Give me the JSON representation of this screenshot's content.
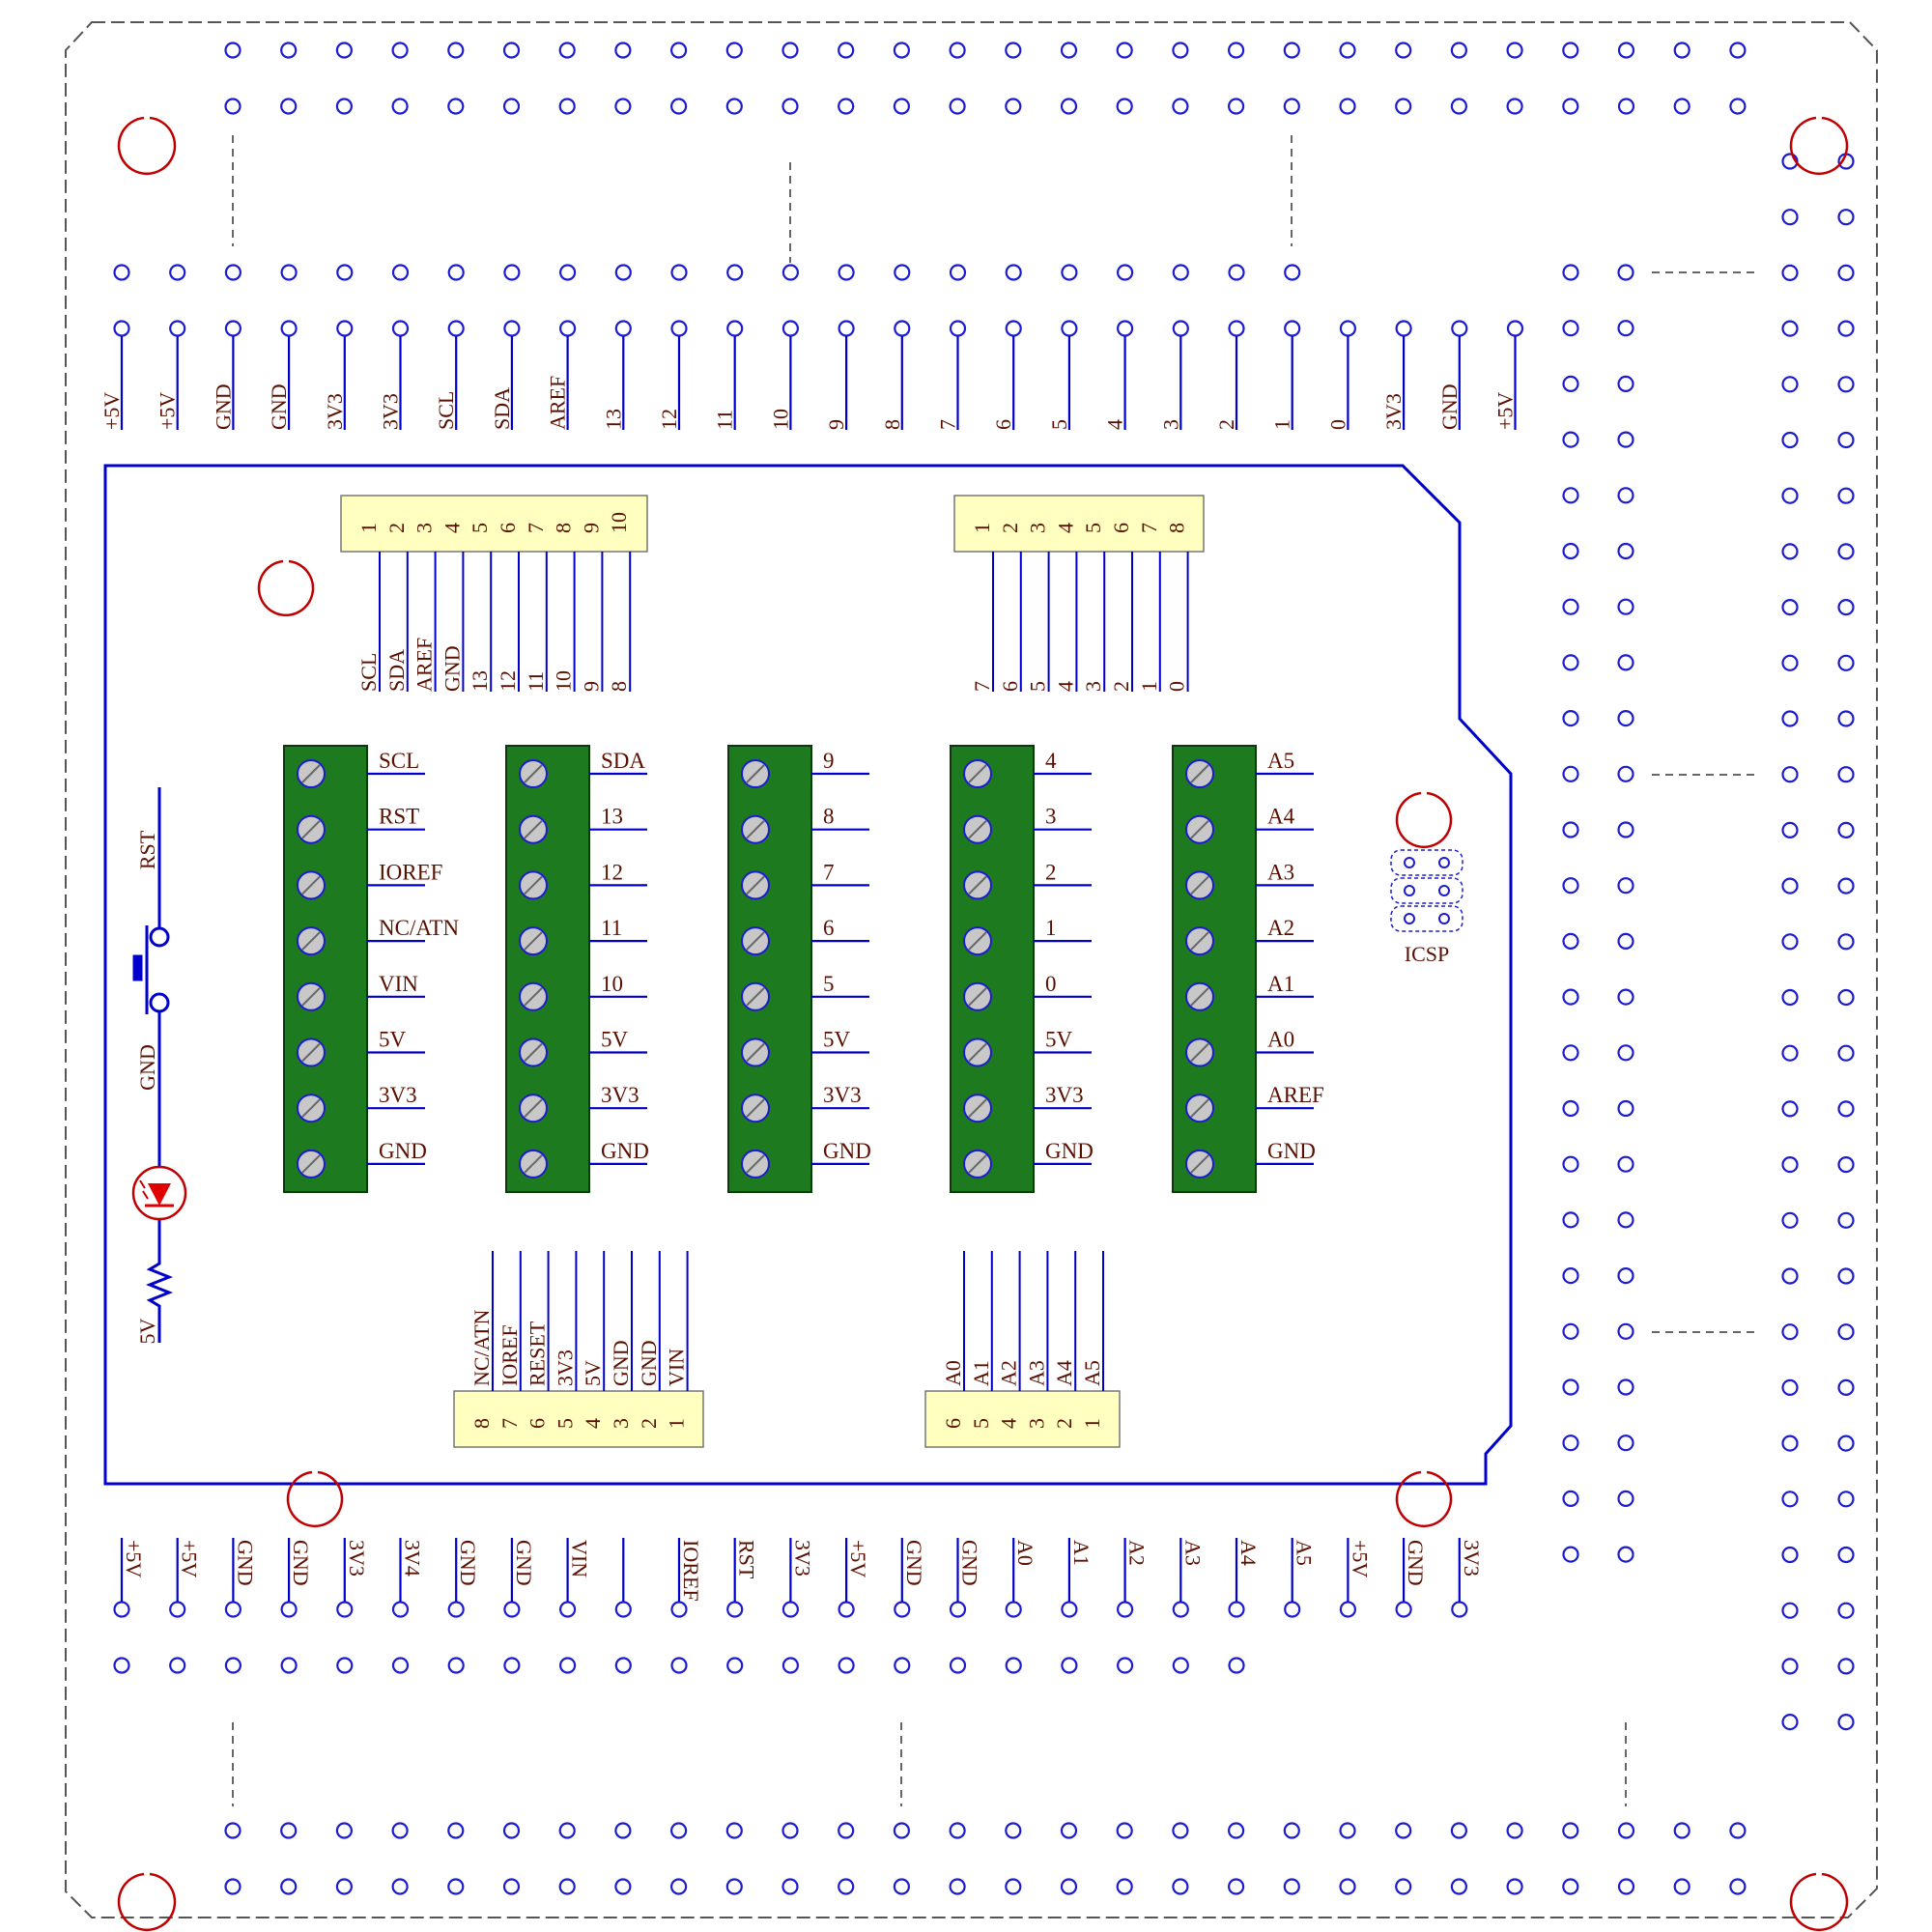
{
  "colors": {
    "hole": "#1b1bd0",
    "label": "#5a1000",
    "mount": "#c00000",
    "outline": "#0000cc",
    "terminal": "#1e7a1e",
    "header": "#ffffc0"
  },
  "top_pin_labels": [
    "+5V",
    "+5V",
    "GND",
    "GND",
    "3V3",
    "3V3",
    "SCL",
    "SDA",
    "AREF",
    "13",
    "12",
    "11",
    "10",
    "9",
    "8",
    "7",
    "6",
    "5",
    "4",
    "3",
    "2",
    "1",
    "0",
    "3V3",
    "GND",
    "+5V"
  ],
  "bottom_pin_labels": [
    "+5V",
    "+5V",
    "GND",
    "GND",
    "3V3",
    "3V4",
    "GND",
    "GND",
    "VIN",
    "",
    "IOREF",
    "RST",
    "3V3",
    "+5V",
    "GND",
    "GND",
    "A0",
    "A1",
    "A2",
    "A3",
    "A4",
    "A5",
    "+5V",
    "GND",
    "3V3"
  ],
  "header_top_left": {
    "numbers": [
      "1",
      "2",
      "3",
      "4",
      "5",
      "6",
      "7",
      "8",
      "9",
      "10"
    ],
    "labels": [
      "SCL",
      "SDA",
      "AREF",
      "GND",
      "13",
      "12",
      "11",
      "10",
      "9",
      "8"
    ]
  },
  "header_top_right": {
    "numbers": [
      "1",
      "2",
      "3",
      "4",
      "5",
      "6",
      "7",
      "8"
    ],
    "labels": [
      "7",
      "6",
      "5",
      "4",
      "3",
      "2",
      "1",
      "0"
    ]
  },
  "header_bottom_left": {
    "numbers": [
      "8",
      "7",
      "6",
      "5",
      "4",
      "3",
      "2",
      "1"
    ],
    "labels": [
      "NC/ATN",
      "IOREF",
      "RESET",
      "3V3",
      "5V",
      "GND",
      "GND",
      "VIN"
    ]
  },
  "header_bottom_right": {
    "numbers": [
      "6",
      "5",
      "4",
      "3",
      "2",
      "1"
    ],
    "labels": [
      "A0",
      "A1",
      "A2",
      "A3",
      "A4",
      "A5"
    ]
  },
  "terminal_blocks": [
    {
      "labels": [
        "SCL",
        "RST",
        "IOREF",
        "NC/ATN",
        "VIN",
        "5V",
        "3V3",
        "GND"
      ]
    },
    {
      "labels": [
        "SDA",
        "13",
        "12",
        "11",
        "10",
        "5V",
        "3V3",
        "GND"
      ]
    },
    {
      "labels": [
        "9",
        "8",
        "7",
        "6",
        "5",
        "5V",
        "3V3",
        "GND"
      ]
    },
    {
      "labels": [
        "4",
        "3",
        "2",
        "1",
        "0",
        "5V",
        "3V3",
        "GND"
      ]
    },
    {
      "labels": [
        "A5",
        "A4",
        "A3",
        "A2",
        "A1",
        "A0",
        "AREF",
        "GND"
      ]
    }
  ],
  "left_circuit": {
    "rst": "RST",
    "gnd": "GND",
    "v5": "5V"
  },
  "icsp_label": "ICSP"
}
